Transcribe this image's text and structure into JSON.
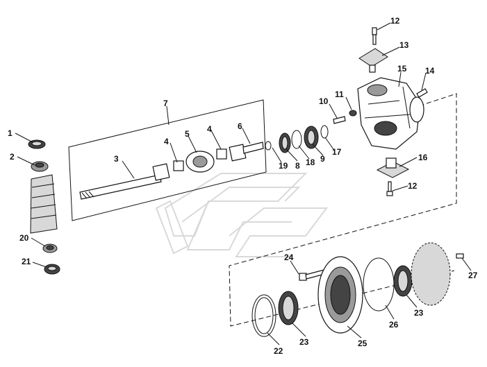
{
  "callouts": [
    "1",
    "2",
    "3",
    "4",
    "4",
    "5",
    "6",
    "7",
    "8",
    "9",
    "10",
    "11",
    "12",
    "12",
    "13",
    "14",
    "15",
    "16",
    "17",
    "18",
    "19",
    "20",
    "21",
    "22",
    "23",
    "23",
    "24",
    "25",
    "26",
    "27"
  ]
}
